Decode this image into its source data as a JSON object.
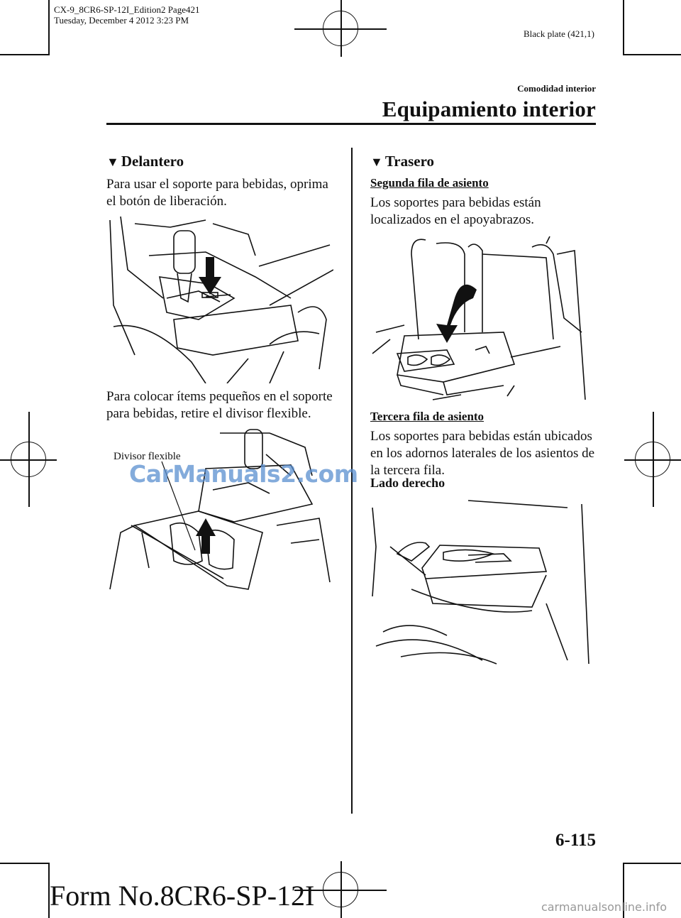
{
  "print_meta": {
    "line1": "CX-9_8CR6-SP-12I_Edition2 Page421",
    "line2": "Tuesday, December 4 2012 3:23 PM"
  },
  "plate": "Black plate (421,1)",
  "header": {
    "section": "Comodidad interior",
    "title": "Equipamiento interior"
  },
  "left": {
    "heading_marker": "▼",
    "heading": "Delantero",
    "para1_l1": "Para usar el soporte para bebidas, oprima",
    "para1_l2": "el botón de liberación.",
    "para2_l1": "Para colocar ítems pequeños en el soporte",
    "para2_l2": "para bebidas, retire el divisor flexible.",
    "callout": "Divisor flexible"
  },
  "right": {
    "heading_marker": "▼",
    "heading": "Trasero",
    "sub1": "Segunda fila de asiento",
    "para1_l1": "Los soportes para bebidas están",
    "para1_l2": "localizados en el apoyabrazos.",
    "sub2": "Tercera fila de asiento",
    "para2_l1": "Los soportes para bebidas están ubicados",
    "para2_l2": "en los adornos laterales de los asientos de",
    "para2_l3": "la tercera fila.",
    "side": "Lado derecho"
  },
  "watermark": "CarManuals2.com",
  "page_number": "6-115",
  "form_number": "Form No.8CR6-SP-12I",
  "footer_site": "carmanualsonline.info"
}
